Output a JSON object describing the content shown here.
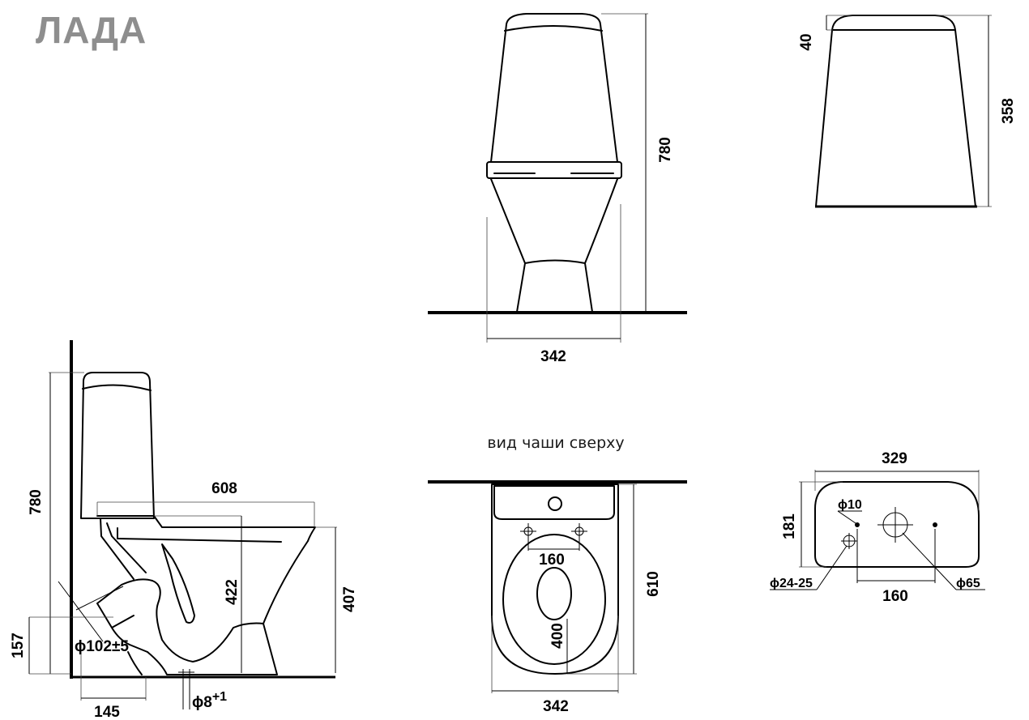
{
  "title": "ЛАДА",
  "bowl_top_view_caption": "вид чаши сверху",
  "dimensions": {
    "front_height": "780",
    "front_width": "342",
    "tank_lid_height": "40",
    "tank_height": "358",
    "side_height": "780",
    "side_length": "608",
    "side_422": "422",
    "side_407": "407",
    "side_157": "157",
    "side_145": "145",
    "side_outlet_diameter": "ϕ102±5",
    "side_anchor": "ϕ8",
    "side_anchor_tolerance": "+1",
    "bowl_depth": "610",
    "bowl_width": "342",
    "bowl_mount_spacing": "160",
    "bowl_opening": "400",
    "tank_width": "329",
    "tank_depth": "181",
    "tank_hole_10": "ϕ10",
    "tank_hole_24_25": "ϕ24-25",
    "tank_hole_65": "ϕ65",
    "tank_hole_spacing": "160"
  }
}
